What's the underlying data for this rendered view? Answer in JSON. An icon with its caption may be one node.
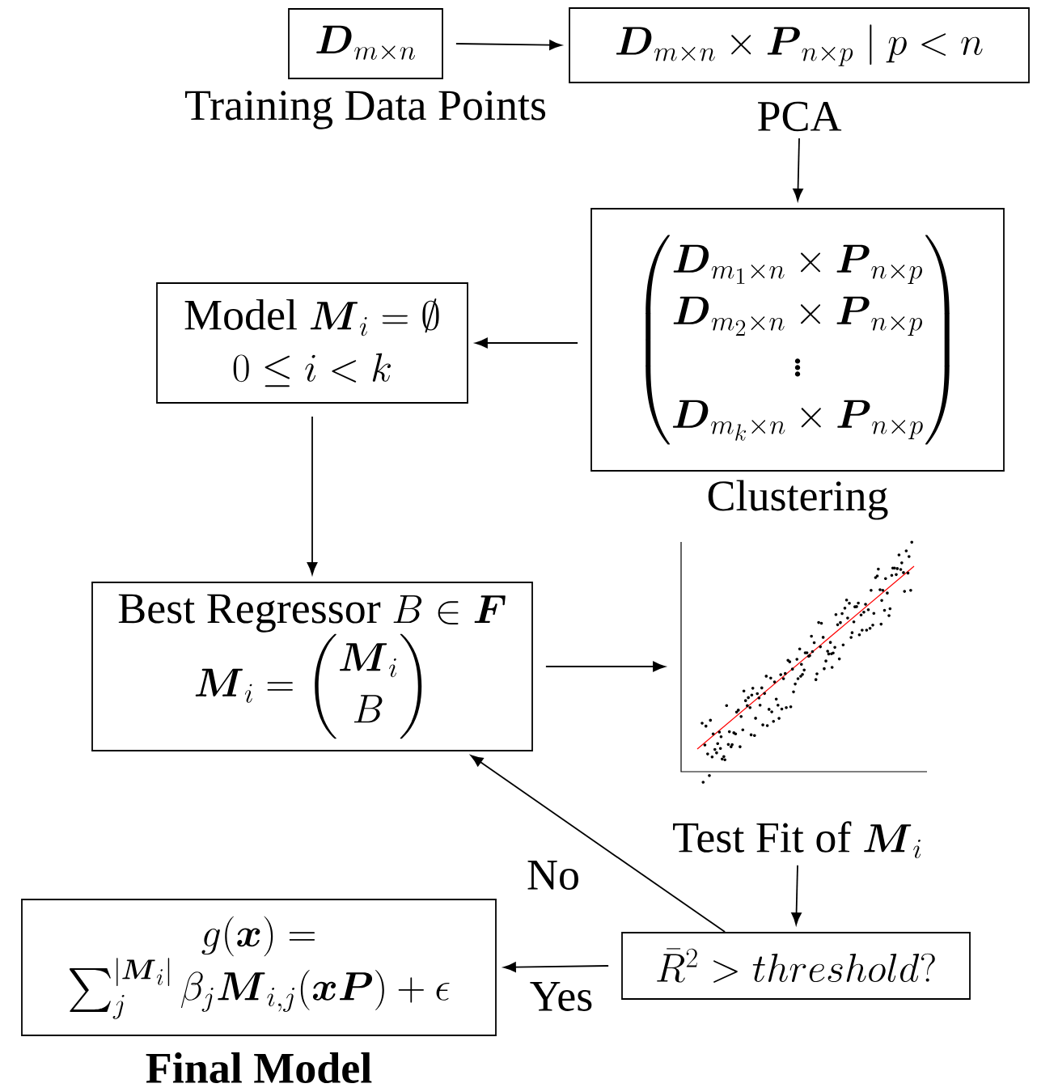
{
  "diagram": {
    "nodes": [
      {
        "text": [
          "\\boldsymbol{D}_{m\\times n}"
        ],
        "beside": [
          "Training Data Points"
        ]
      },
      {
        "text": [
          "\\boldsymbol{D}_{m\\times n}\\times \\boldsymbol{P}_{n\\times p} \\mid p<n"
        ],
        "beside": [
          "PCA"
        ]
      },
      {
        "text": [
          "\\begin{pmatrix}\\boldsymbol{D}_{m_1\\times n}\\times \\boldsymbol{P}_{n\\times p}\\\\ \\boldsymbol{D}_{m_2\\times n}\\times \\boldsymbol{P}_{n\\times p}\\\\ \\vdots \\\\ \\boldsymbol{D}_{m_k\\times n}\\times \\boldsymbol{P}_{n\\times p}\\end{pmatrix}"
        ],
        "beside": [
          "Clustering"
        ]
      },
      {
        "text": [
          "\\text{Model }\\boldsymbol{M}_i=\\emptyset",
          "0\\le i<k"
        ]
      },
      {
        "text": [
          "\\text{Best Regressor }B\\in \\boldsymbol{F}",
          "\\boldsymbol{M}_i=\\begin{pmatrix}\\boldsymbol{M}_i\\\\ B\\end{pmatrix}"
        ]
      },
      {
        "text": [],
        "shape": "picture",
        "beside": [
          "\\text{Test Fit of }\\boldsymbol{M}_i"
        ]
      },
      {
        "text": [
          "\\bar{R}^2>threshold?"
        ]
      },
      {
        "text": [
          "g(\\boldsymbol{x})=",
          "\\textstyle\\sum_j^{|\\boldsymbol{M}_i|}\\beta_j\\boldsymbol{M}_{i,j}(\\boldsymbol{x}\\boldsymbol{P})+\\epsilon"
        ],
        "beside": [
          "**Final Model**"
        ]
      }
    ],
    "edges": [
      {
        "from": 0,
        "to": 1,
        "arrow": "to"
      },
      {
        "from": 1,
        "to": 2,
        "arrow": "to"
      },
      {
        "from": 2,
        "to": 3,
        "arrow": "to"
      },
      {
        "from": 3,
        "to": 4,
        "arrow": "to"
      },
      {
        "from": 4,
        "to": 5,
        "arrow": "to"
      },
      {
        "from": 5,
        "to": 6,
        "arrow": "to"
      },
      {
        "from": 6,
        "to": 4,
        "arrow": "to",
        "label": "No"
      },
      {
        "from": 6,
        "to": 7,
        "arrow": "to",
        "label": "Yes"
      }
    ]
  }
}
